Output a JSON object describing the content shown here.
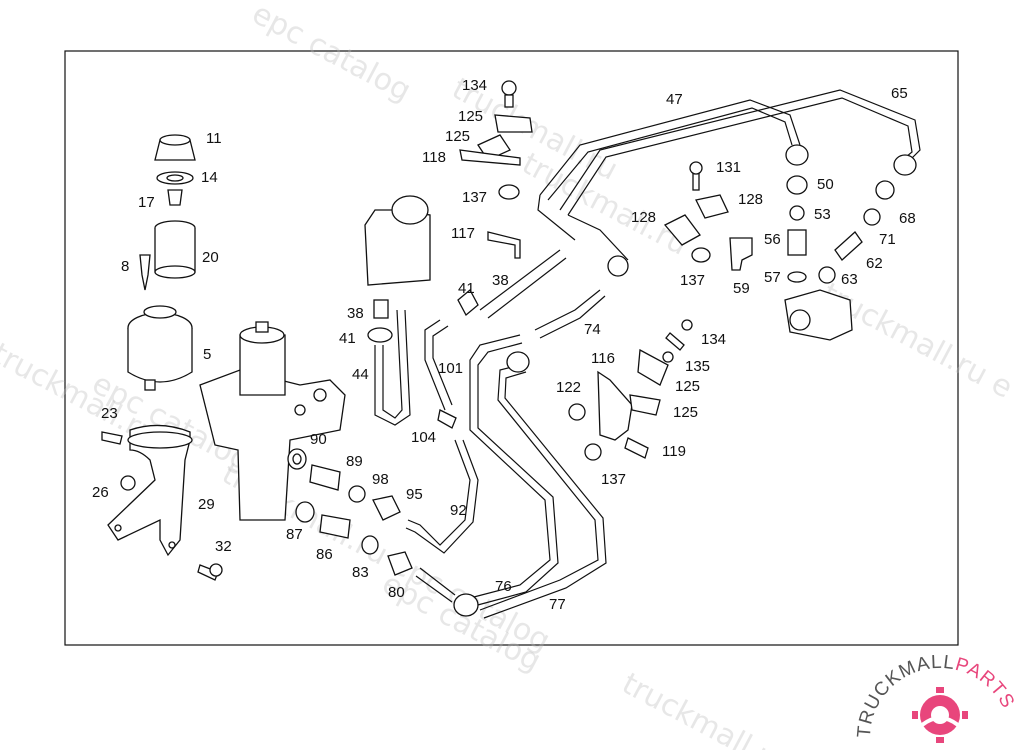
{
  "diagram": {
    "callouts": [
      "134",
      "125",
      "125",
      "118",
      "137",
      "117",
      "47",
      "65",
      "131",
      "128",
      "128",
      "137",
      "50",
      "53",
      "56",
      "57",
      "59",
      "63",
      "62",
      "71",
      "68",
      "38",
      "41",
      "38",
      "41",
      "44",
      "101",
      "104",
      "74",
      "134",
      "135",
      "116",
      "122",
      "125",
      "125",
      "119",
      "137",
      "11",
      "14",
      "17",
      "20",
      "8",
      "5",
      "23",
      "26",
      "29",
      "32",
      "90",
      "89",
      "98",
      "95",
      "92",
      "87",
      "86",
      "83",
      "80",
      "76",
      "77"
    ]
  },
  "watermark": [
    "epc catalog",
    "truckmall.ru",
    "truckmall.ru",
    "epc catalog",
    "truckmall.ru epc catalog",
    "truckmall.ru",
    "truckmall.ru e",
    "epc catalog",
    "truckmall.ru"
  ],
  "logo": {
    "brand_dark": "TRUCKMALL",
    "brand_accent": "PARTS",
    "accent_color": "#e8467c",
    "dark_color": "#555555"
  }
}
